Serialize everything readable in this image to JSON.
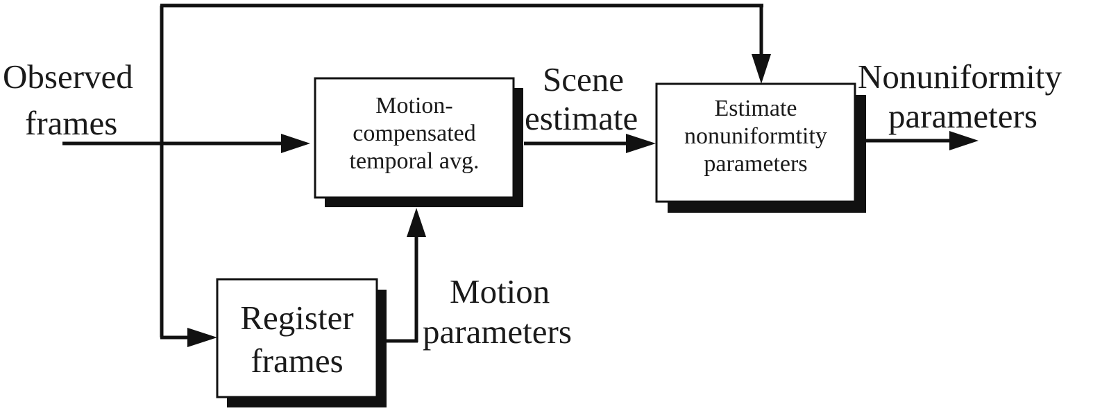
{
  "labels": {
    "observed_frames": [
      "Observed",
      "frames"
    ],
    "scene_estimate": [
      "Scene",
      "estimate"
    ],
    "nonuniformity_parameters": [
      "Nonuniformity",
      "parameters"
    ],
    "motion_parameters": [
      "Motion",
      "parameters"
    ]
  },
  "blocks": {
    "temporal_avg": [
      "Motion-",
      "compensated",
      "temporal avg."
    ],
    "estimate_params": [
      "Estimate",
      "nonuniformtity",
      "parameters"
    ],
    "register": [
      "Register",
      "frames"
    ]
  },
  "colors": {
    "line": "#111111",
    "shadow": "#111111",
    "box_fill": "#ffffff"
  }
}
